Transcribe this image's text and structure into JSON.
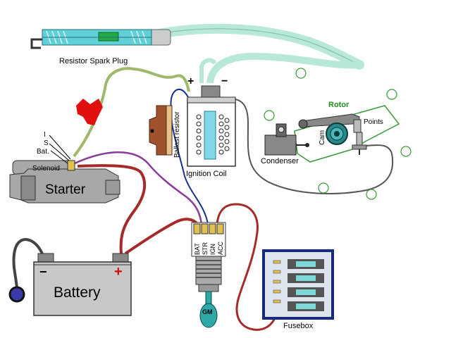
{
  "labels": {
    "spark_plug": "Resistor Spark Plug",
    "plus": "+",
    "minus": "−",
    "ballast_resistor": "Ballast resistor",
    "ignition_coil": "Ignition Coil",
    "rotor": "Rotor",
    "points": "Points",
    "cam": "Cam",
    "condenser": "Condenser",
    "terminal_i": "I",
    "terminal_s": "S",
    "terminal_bat": "Bat.",
    "solenoid": "Solenoid",
    "starter": "Starter",
    "battery": "Battery",
    "battery_neg": "−",
    "battery_pos": "+",
    "switch_bat": "BAT",
    "switch_str": "STR",
    "switch_ign": "IGN",
    "switch_acc": "ACC",
    "key_logo": "GM",
    "fusebox": "Fusebox"
  },
  "colors": {
    "battery_cable": "#a52a2a",
    "spark_wire": "#9fb86a",
    "ignition_wire": "#1a2f8f",
    "start_wire": "#8a3a9a",
    "coil_wire": "#555555",
    "spark_plug_body": "#5fd0d8",
    "plug_tube": "#b8e8d8",
    "ballast_body": "#a0522d",
    "battery_body": "#c8c8c8",
    "starter_body": "#a8a8a8",
    "fusebox_border": "#1a2a7a",
    "fuse": "#7fd8d8",
    "key": "#2fa8a8",
    "arrow": "#e01010",
    "rotor_label": "#1f8f1f"
  }
}
